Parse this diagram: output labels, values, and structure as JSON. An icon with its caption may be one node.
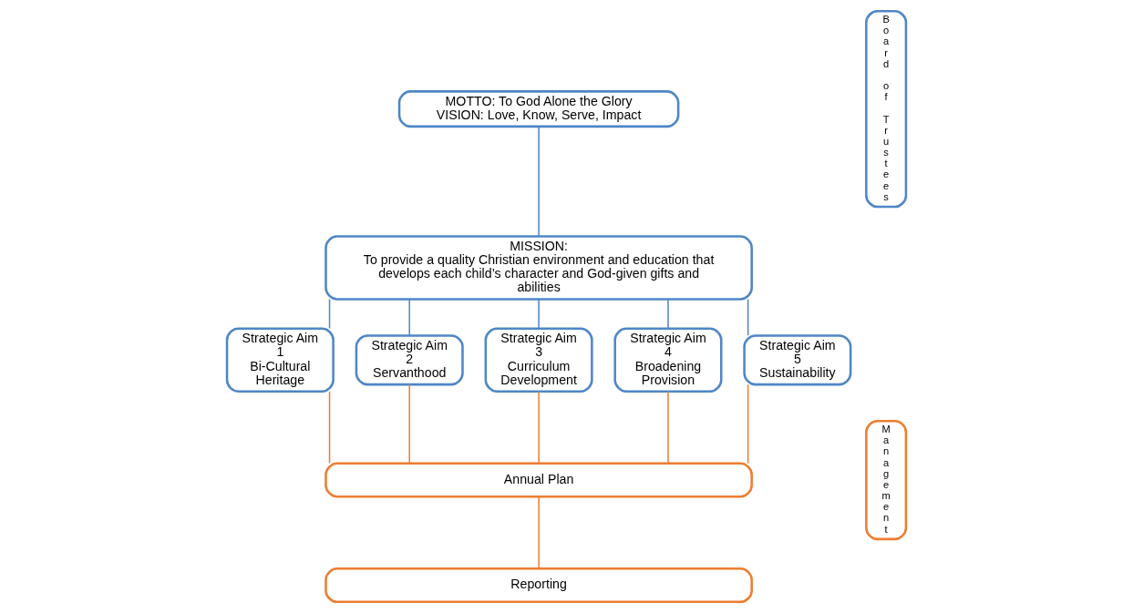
{
  "diagram": {
    "nodes": [
      {
        "text": [
          "MOTTO: To God Alone the Glory",
          "VISION: Love, Know, Serve, Impact"
        ]
      },
      {
        "text": [
          "MISSION:",
          "To provide a quality Christian environment and education that develops each child’s character and God-given gifts and abilities"
        ]
      },
      {
        "text": [
          "Strategic Aim 1",
          "Bi-Cultural Heritage"
        ]
      },
      {
        "text": [
          "Strategic Aim 2",
          "Servanthood"
        ]
      },
      {
        "text": [
          "Strategic Aim 3",
          "Curriculum Development"
        ]
      },
      {
        "text": [
          "Strategic Aim 4",
          "Broadening Provision"
        ]
      },
      {
        "text": [
          "Strategic Aim 5",
          "Sustainability"
        ]
      },
      {
        "text": [
          "Annual Plan"
        ]
      },
      {
        "text": [
          "Reporting"
        ]
      },
      {
        "text": [
          "Board of Trustees"
        ]
      },
      {
        "text": [
          "Management"
        ]
      }
    ],
    "edges": [
      {
        "from": 0,
        "to": 1,
        "arrow": "none"
      },
      {
        "from": 1,
        "to": 2,
        "arrow": "none"
      },
      {
        "from": 1,
        "to": 3,
        "arrow": "none"
      },
      {
        "from": 1,
        "to": 4,
        "arrow": "none"
      },
      {
        "from": 1,
        "to": 5,
        "arrow": "none"
      },
      {
        "from": 1,
        "to": 6,
        "arrow": "none"
      },
      {
        "from": 2,
        "to": 7,
        "arrow": "none",
        "color": "#ed7d31"
      },
      {
        "from": 3,
        "to": 7,
        "arrow": "none",
        "color": "#ed7d31"
      },
      {
        "from": 4,
        "to": 7,
        "arrow": "none",
        "color": "#ed7d31"
      },
      {
        "from": 5,
        "to": 7,
        "arrow": "none",
        "color": "#ed7d31"
      },
      {
        "from": 6,
        "to": 7,
        "arrow": "none",
        "color": "#ed7d31"
      },
      {
        "from": 7,
        "to": 8,
        "arrow": "none",
        "color": "#ed7d31"
      }
    ]
  }
}
